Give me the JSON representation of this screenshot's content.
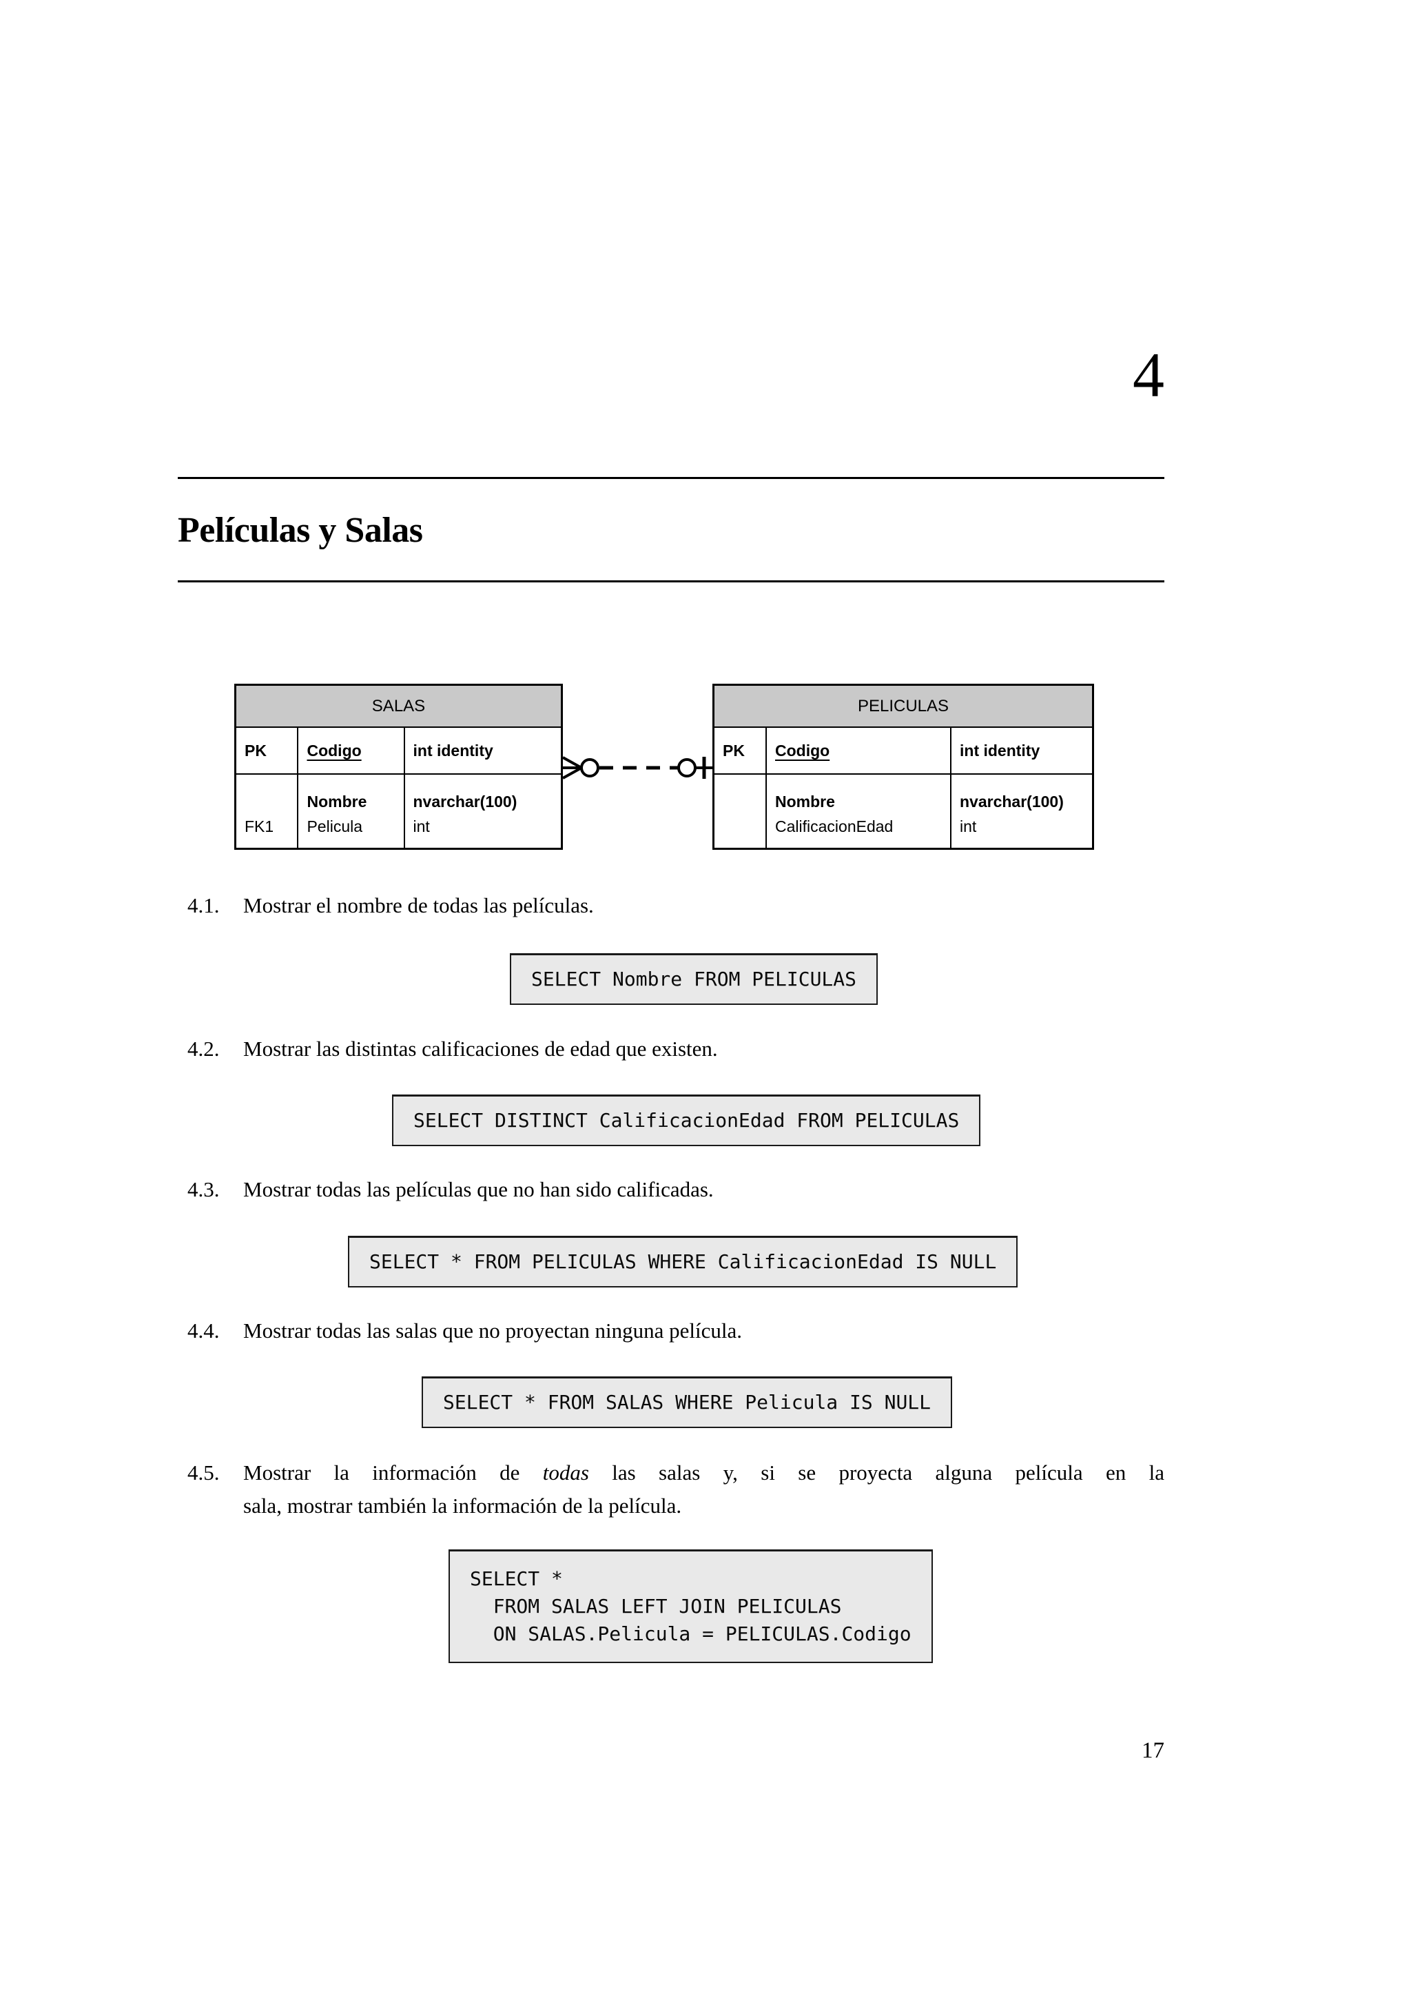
{
  "page": {
    "chapter_number": "4",
    "page_number": "17"
  },
  "section": {
    "title": "Películas y Salas"
  },
  "diagram": {
    "salas": {
      "title": "SALAS",
      "pk_row": {
        "key": "PK",
        "name": "Codigo",
        "type": "int identity"
      },
      "attr_row": {
        "key": "FK1",
        "name_line1": "Nombre",
        "name_line2": "Pelicula",
        "type_line1": "nvarchar(100)",
        "type_line2": "int"
      }
    },
    "peliculas": {
      "title": "PELICULAS",
      "pk_row": {
        "key": "PK",
        "name": "Codigo",
        "type": "int identity"
      },
      "attr_row": {
        "key": "",
        "name_line1": "Nombre",
        "name_line2": "CalificacionEdad",
        "type_line1": "nvarchar(100)",
        "type_line2": "int"
      }
    },
    "relationship": "SALAS zero-or-many (crow's foot + circle) dashed line to PELICULAS zero-or-one (circle + bar)"
  },
  "exercises": [
    {
      "number": "4.1.",
      "text": "Mostrar el nombre de todas las películas.",
      "sql": [
        "SELECT Nombre FROM PELICULAS"
      ]
    },
    {
      "number": "4.2.",
      "text": "Mostrar las distintas calificaciones de edad que existen.",
      "sql": [
        "SELECT DISTINCT CalificacionEdad FROM PELICULAS"
      ]
    },
    {
      "number": "4.3.",
      "text": "Mostrar todas las películas que no han sido calificadas.",
      "sql": [
        "SELECT * FROM PELICULAS WHERE CalificacionEdad IS NULL"
      ]
    },
    {
      "number": "4.4.",
      "text": "Mostrar todas las salas que no proyectan ninguna película.",
      "sql": [
        "SELECT * FROM SALAS WHERE Pelicula IS NULL"
      ]
    },
    {
      "number": "4.5.",
      "line1": {
        "before": "Mostrar la información de ",
        "italic": "todas",
        "after": " las salas y, si se proyecta alguna película en la"
      },
      "line2": "sala, mostrar también la información de la película.",
      "sql": [
        "SELECT *",
        "  FROM SALAS LEFT JOIN PELICULAS",
        "  ON SALAS.Pelicula = PELICULAS.Codigo"
      ]
    }
  ],
  "colors": {
    "header_gray": "#c9c9c9",
    "box_gray": "#e9e9e9",
    "border": "#000000"
  }
}
